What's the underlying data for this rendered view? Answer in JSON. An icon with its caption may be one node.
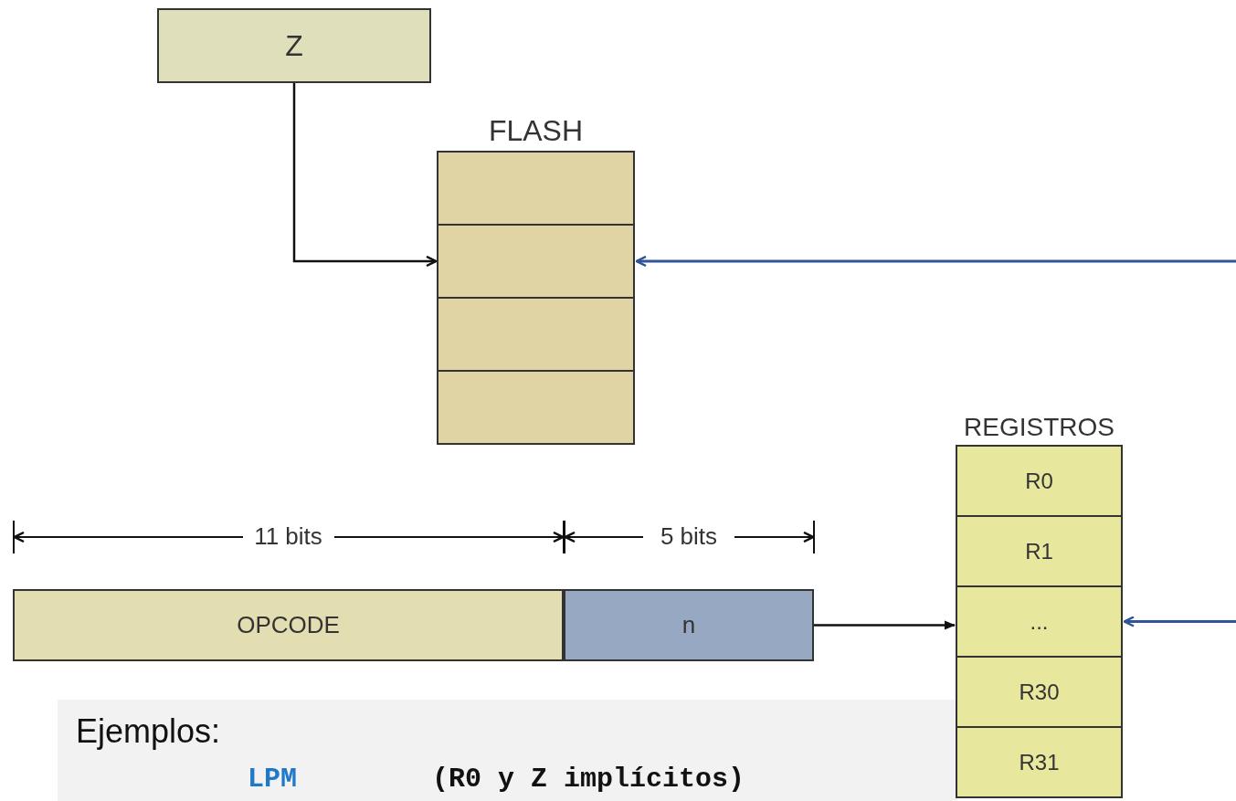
{
  "diagram": {
    "nodes": [
      {
        "text": [
          "Z"
        ]
      },
      {
        "text": [
          "FLASH"
        ]
      },
      {
        "text": [],
        "shape": "box",
        "in": 1
      },
      {
        "text": [],
        "shape": "box",
        "in": 1
      },
      {
        "text": [],
        "shape": "box",
        "in": 1
      },
      {
        "text": [],
        "shape": "box",
        "in": 1
      },
      {
        "text": [
          "REGISTROS"
        ]
      },
      {
        "text": [
          "R0"
        ],
        "in": 6
      },
      {
        "text": [
          "R1"
        ],
        "in": 6
      },
      {
        "text": [
          "..."
        ],
        "in": 6
      },
      {
        "text": [
          "R30"
        ],
        "in": 6
      },
      {
        "text": [
          "R31"
        ],
        "in": 6
      },
      {
        "text": [
          "OPCODE"
        ]
      },
      {
        "text": [
          "n"
        ]
      },
      {
        "text": [
          "Ejemplos:",
          "LPM",
          "(R0 y Z implícitos)"
        ]
      }
    ],
    "edges": [
      {
        "from": 0,
        "to": 3,
        "arrow": "to"
      },
      {
        "from": null,
        "to": 3,
        "arrow": "to",
        "color": "#2f5597"
      },
      {
        "from": 13,
        "to": 9,
        "arrow": "to"
      },
      {
        "from": null,
        "to": 9,
        "arrow": "to",
        "color": "#2f5597"
      }
    ],
    "labels": [
      "11 bits",
      "5 bits"
    ]
  }
}
